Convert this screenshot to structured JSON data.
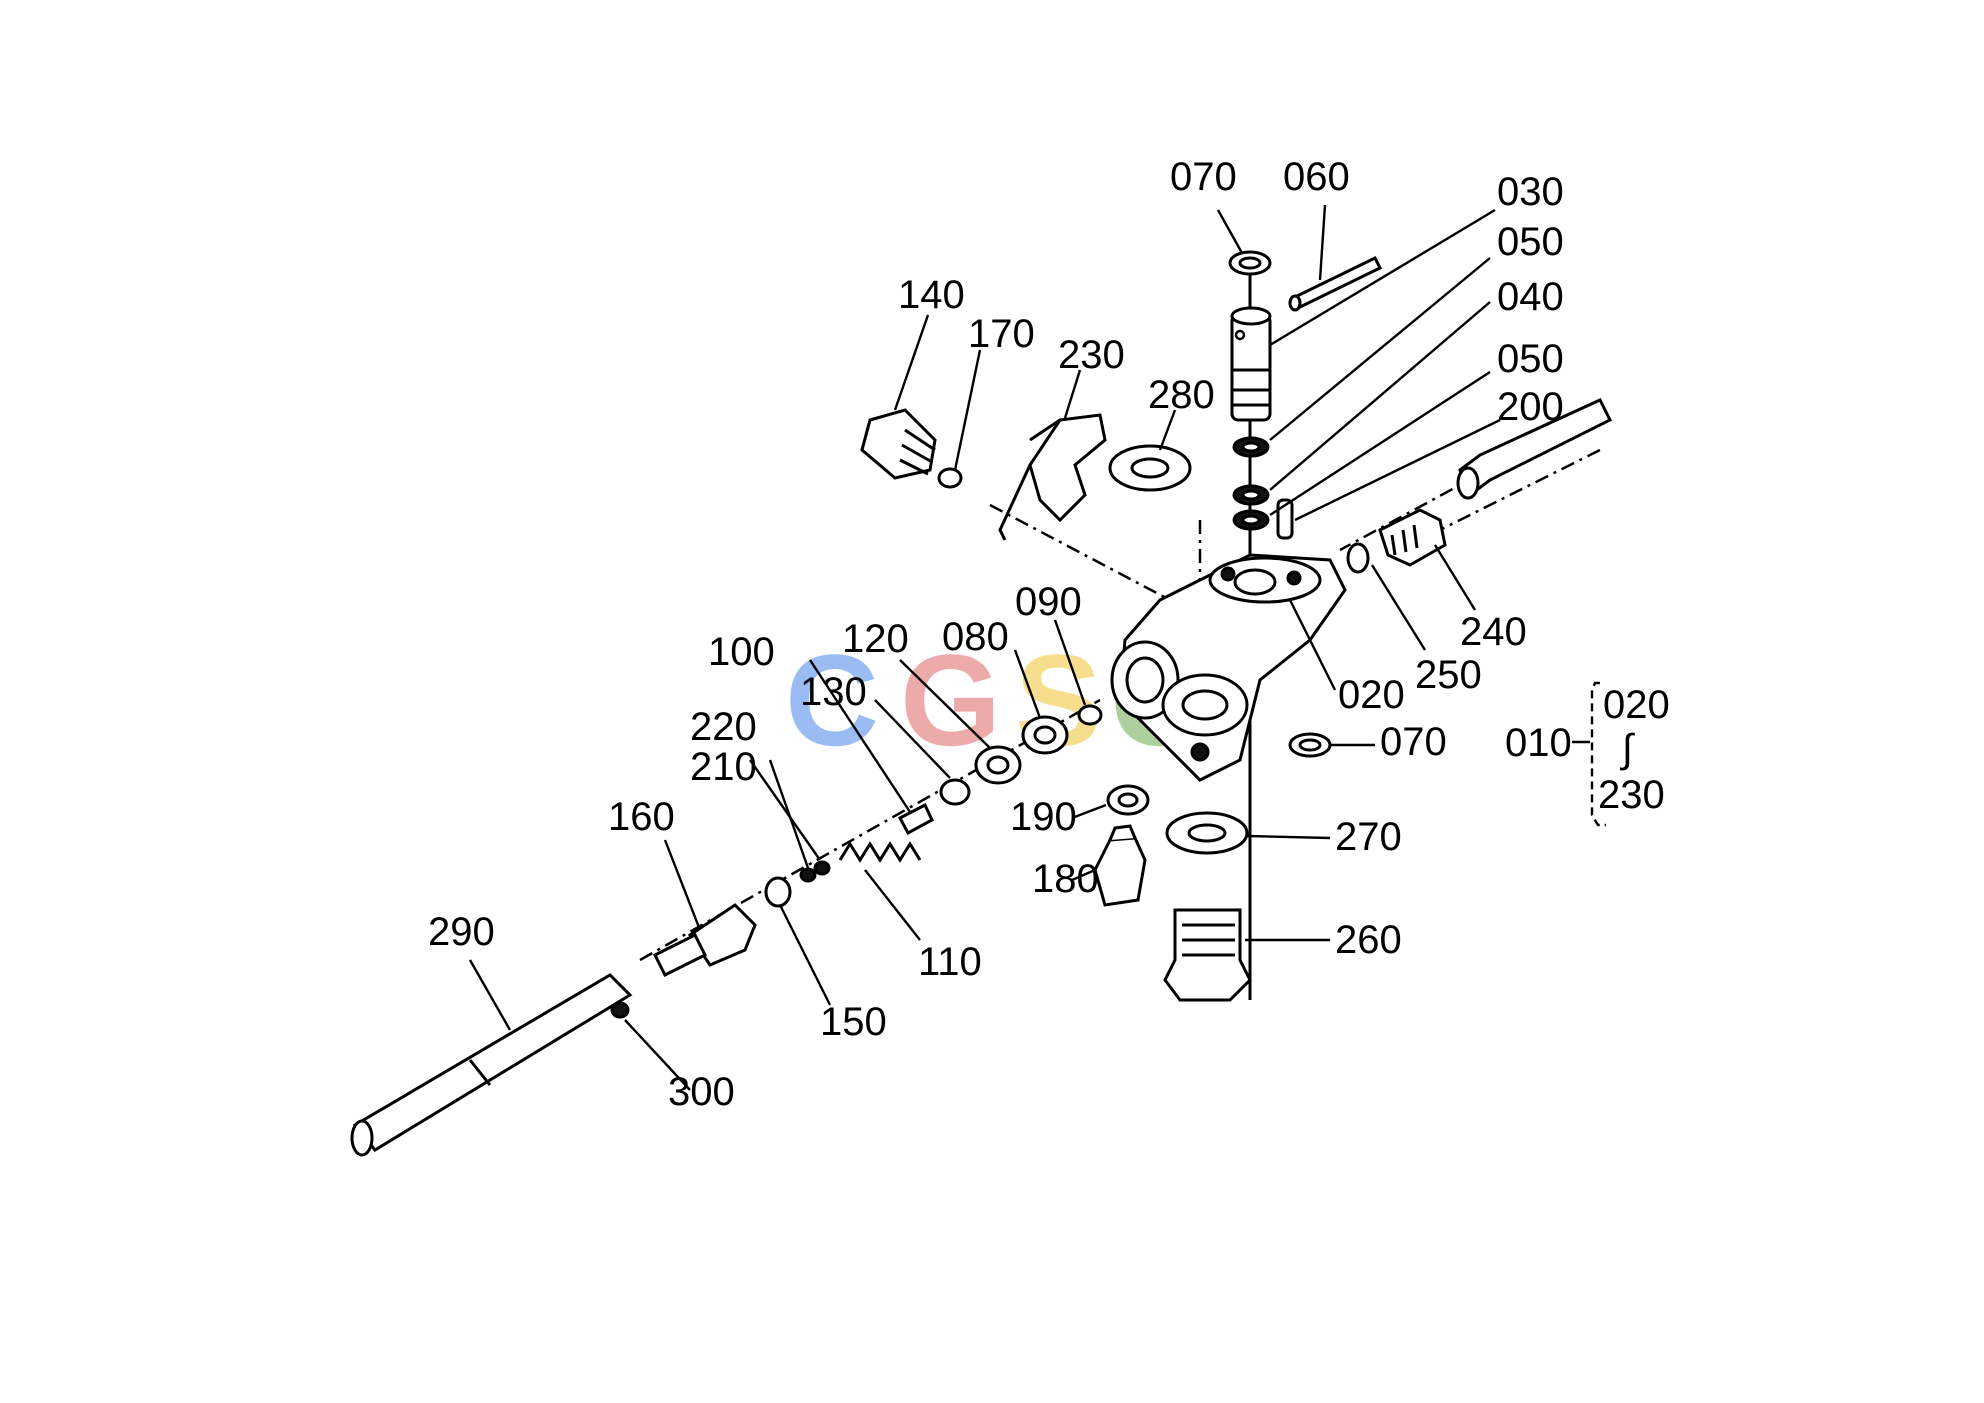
{
  "diagram": {
    "callouts": {
      "p070_top": "070",
      "p060": "060",
      "p030": "030",
      "p050_a": "050",
      "p040": "040",
      "p050_b": "050",
      "p200": "200",
      "p140": "140",
      "p170": "170",
      "p230": "230",
      "p280": "280",
      "p240": "240",
      "p250": "250",
      "p020": "020",
      "p090": "090",
      "p080": "080",
      "p120": "120",
      "p100": "100",
      "p130": "130",
      "p220": "220",
      "p210": "210",
      "p160": "160",
      "p110": "110",
      "p150": "150",
      "p290": "290",
      "p300": "300",
      "p190": "190",
      "p180": "180",
      "p070_bottom": "070",
      "p270": "270",
      "p260": "260"
    },
    "assembly_legend": {
      "assembly": "010",
      "range_from": "020",
      "range_sep": "∫",
      "range_to": "230"
    },
    "watermark": {
      "letters": [
        "C",
        "G",
        "S",
        "C"
      ],
      "colors": [
        "#4a86e8",
        "#e06666",
        "#f1c232",
        "#6aa84f"
      ]
    }
  }
}
